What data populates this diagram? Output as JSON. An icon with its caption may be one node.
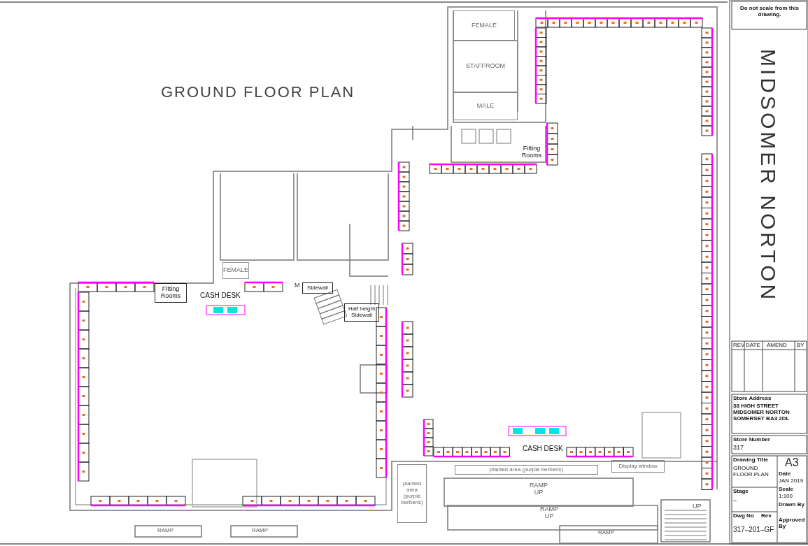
{
  "diagram": {
    "title": "GROUND FLOOR PLAN",
    "nodes": [
      {
        "text": [
          "FEMALE"
        ]
      },
      {
        "text": [
          "STAFFROOM"
        ]
      },
      {
        "text": [
          "MALE"
        ]
      },
      {
        "text": [
          "Fitting Rooms"
        ]
      },
      {
        "text": [
          "Fitting Rooms"
        ]
      },
      {
        "text": [
          "FEMALE"
        ]
      },
      {
        "text": [
          "Sidewall"
        ]
      },
      {
        "text": [
          "Half height Sidewall"
        ]
      },
      {
        "text": [
          "Display window"
        ]
      },
      {
        "text": [
          "planted area (purple berberis)"
        ]
      },
      {
        "text": [
          "planted area (purple berberis)"
        ]
      }
    ],
    "edges": [],
    "labels": [
      "MIDSOMER NORTON",
      "Do not scale from this drawing.",
      "M",
      "CASH DESK",
      "REV",
      "DATE",
      "AMEND",
      "BY",
      "CASH DESK",
      "RAMP UP",
      "RAMP UP",
      "UP",
      "RAMP",
      "RAMP",
      "RAMP",
      "Store Address",
      "38 HIGH STREET MIDSOMER NORTON SOMERSET BA3 2DL",
      "Store Number",
      "317",
      "Drawing Title",
      "GROUND FLOOR PLAN",
      "A3",
      "Date",
      "JAN 2019",
      "Scale",
      "1:100",
      "Drawn By",
      "Stage",
      "–",
      "Approved By",
      "Dwg No",
      "Rev",
      "317–201–GF"
    ]
  }
}
